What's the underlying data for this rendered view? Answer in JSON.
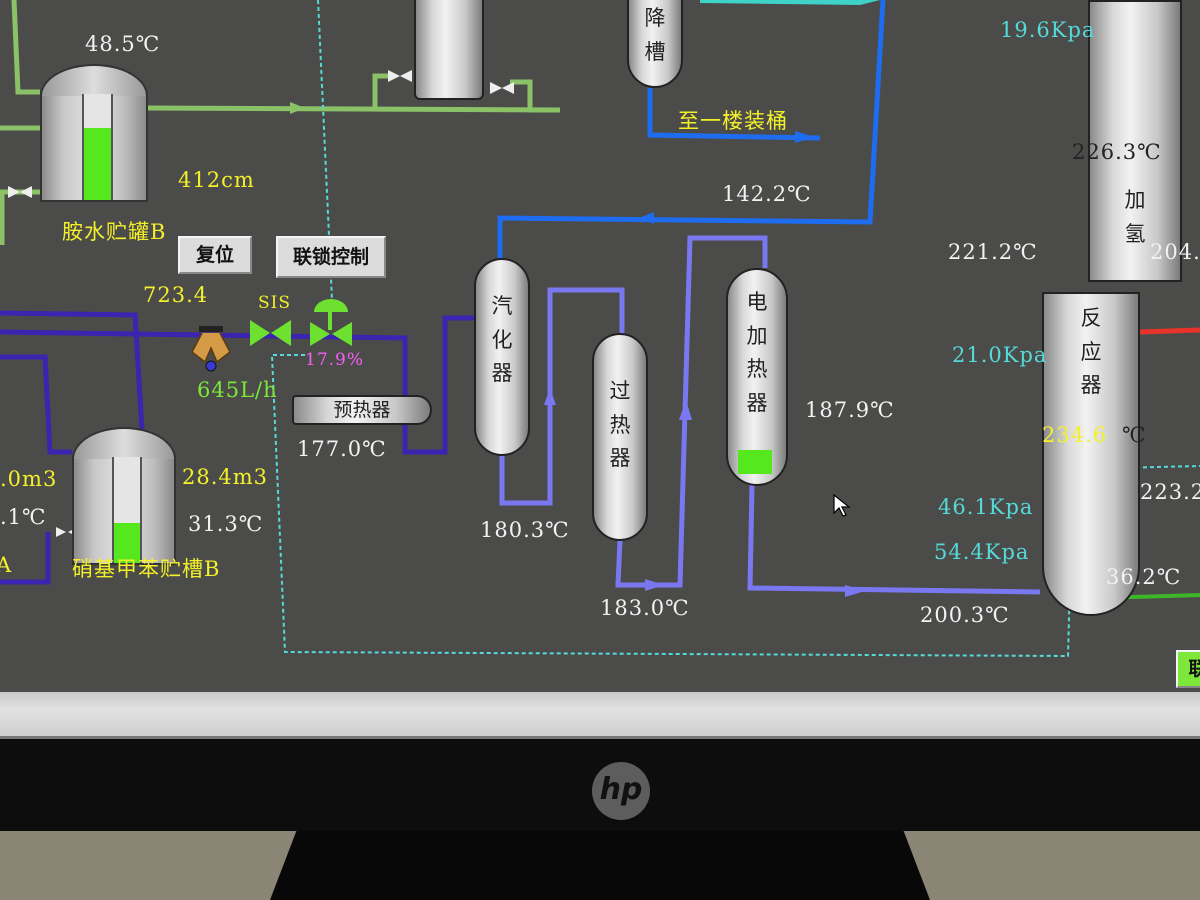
{
  "colors": {
    "background": "#4b4c49",
    "pipe_green": "#8bc267",
    "pipe_purple": "#3a24b0",
    "pipe_blue": "#1e6cf0",
    "pipe_lilac": "#7a78f0",
    "signal_dashed": "#56d9d9",
    "level_fill": "#56e81e"
  },
  "tanks": {
    "amine_tank": {
      "name": "胺水贮罐B",
      "temperature": "48.5℃",
      "level": "412cm",
      "level_fraction": 0.68
    },
    "nitrotoluene_tank": {
      "name": "硝基甲苯贮槽B",
      "volume": "28.4m3",
      "temperature": "31.3℃",
      "level_fraction": 0.38
    },
    "tank_a_partial": {
      "volume": ".0m3",
      "temperature": ".1℃",
      "name_fragment": "A"
    }
  },
  "buttons": {
    "reset": "复位",
    "interlock": "联锁控制",
    "right_edge_fragment": "联"
  },
  "feed_line": {
    "value": "723.4",
    "sis_label": "SIS",
    "valve_opening": "17.9%",
    "flow": "645L/h"
  },
  "equipment": {
    "preheater": {
      "name": "预热器",
      "temperature": "177.0℃"
    },
    "vaporizer": {
      "name": [
        "汽",
        "化",
        "器"
      ],
      "temperature": "180.3℃"
    },
    "superheater": {
      "name": [
        "过",
        "热",
        "器"
      ],
      "temperature": "183.0℃"
    },
    "electric_heater": {
      "name": [
        "电",
        "加",
        "热",
        "器"
      ],
      "temperature": "187.9℃",
      "outlet_temperature": "200.3℃"
    },
    "settling_tank": {
      "name": [
        "降",
        "槽"
      ]
    },
    "reactor": {
      "name_upper": [
        "加",
        "氢"
      ],
      "name_lower": [
        "反",
        "应",
        "器"
      ]
    }
  },
  "to_first_floor": "至一楼装桶",
  "return_temperature": "142.2℃",
  "reactor_readings": {
    "top_pressure": "19.6Kpa",
    "upper_temp": "226.3℃",
    "left_upper_temp": "221.2℃",
    "right_upper_temp": "204.",
    "mid_pressure": "21.0Kpa",
    "bed_temp_value": "234.6",
    "bed_temp_unit": "℃",
    "right_lower_temp": "223.2",
    "pressure_3": "46.1Kpa",
    "pressure_4": "54.4Kpa",
    "bottom_right_temp": "36.2℃"
  },
  "monitor": {
    "brand": "hp"
  }
}
